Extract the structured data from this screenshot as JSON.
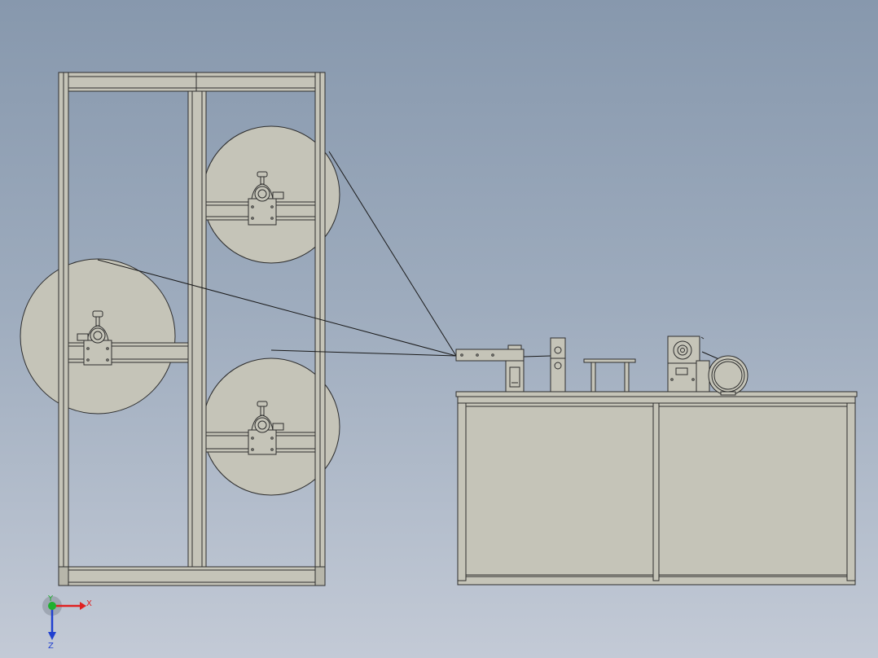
{
  "viewport": {
    "background_top": "#8798ad",
    "background_bottom": "#c3cad6"
  },
  "colors": {
    "part_fill": "#c5c4b8",
    "part_fill_dark": "#b7b6aa",
    "edge": "#2e2e2e",
    "wire": "#1a1a1a"
  },
  "triad": {
    "x_label": "X",
    "y_label": "Y",
    "z_label": "Z",
    "x_color": "#e02020",
    "y_color": "#20b030",
    "z_color": "#2040d0"
  }
}
